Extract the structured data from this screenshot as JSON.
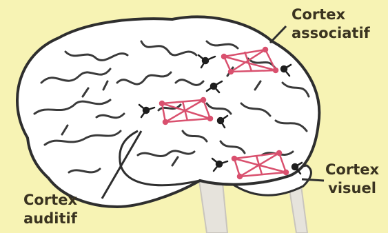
{
  "labels": {
    "cortex_associatif": {
      "line1": "Cortex",
      "line2": "associatif"
    },
    "cortex_visuel": {
      "line1": "Cortex",
      "line2": "visuel"
    },
    "cortex_auditif": {
      "line1": "Cortex",
      "line2": "auditif"
    }
  },
  "colors": {
    "background": "#f7f3b4",
    "brain_fill": "#ffffff",
    "brain_outline": "#2e2e2e",
    "sulci": "#3a3a3a",
    "neural_network": "#d9506e",
    "neuron": "#1e1e1e",
    "stem": "#d8d4cc",
    "label_text": "#3a3320"
  }
}
